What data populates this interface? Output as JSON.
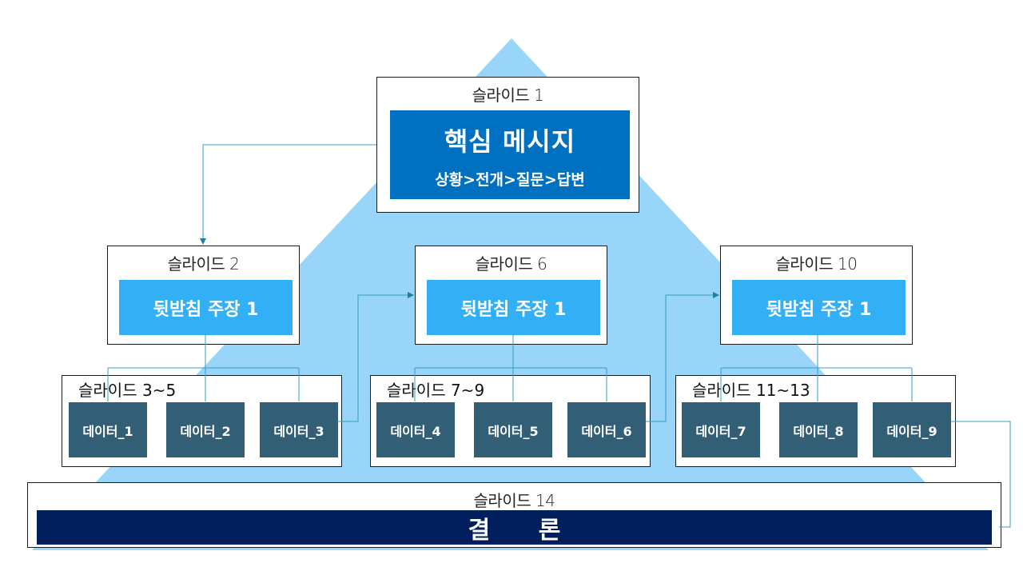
{
  "colors": {
    "triangle": "#99D5F8",
    "main_message": "#0070C0",
    "support": "#33B0F5",
    "data": "#325F75",
    "conclusion": "#001F5C",
    "connector": "#3A9CC0",
    "connector_arrow": "#1F7FA0"
  },
  "top": {
    "slide_label": "슬라이드 1",
    "title": "핵심 메시지",
    "subtitle": "상황>전개>질문>답변"
  },
  "supports": [
    {
      "slide_label": "슬라이드 2",
      "text": "뒷받침 주장 1"
    },
    {
      "slide_label": "슬라이드 6",
      "text": "뒷받침 주장 1"
    },
    {
      "slide_label": "슬라이드 10",
      "text": "뒷받침 주장 1"
    }
  ],
  "groups": [
    {
      "slide_label": "슬라이드 3~5",
      "items": [
        "데이터_1",
        "데이터_2",
        "데이터_3"
      ]
    },
    {
      "slide_label": "슬라이드 7~9",
      "items": [
        "데이터_4",
        "데이터_5",
        "데이터_6"
      ]
    },
    {
      "slide_label": "슬라이드 11~13",
      "items": [
        "데이터_7",
        "데이터_8",
        "데이터_9"
      ]
    }
  ],
  "conclusion": {
    "slide_label": "슬라이드 14",
    "text": "결 론"
  }
}
